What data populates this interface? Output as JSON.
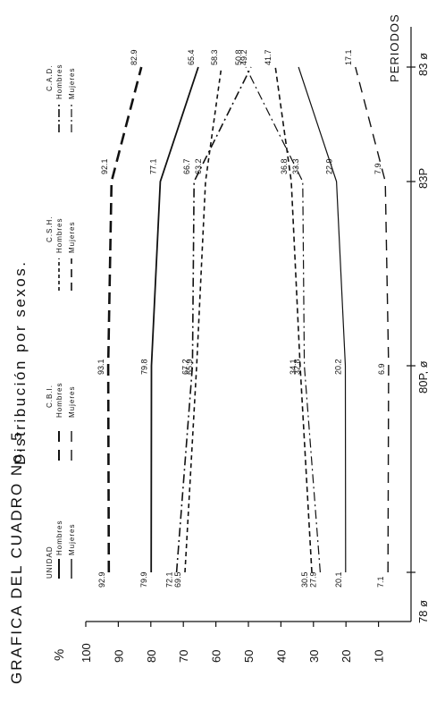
{
  "page": {
    "title_main": "GRAFICA DEL CUADRO No. 5",
    "subtitle": "Distribución por sexos.",
    "y_unit": "%",
    "periods_label": "PERIODOS"
  },
  "legend": {
    "groups": [
      {
        "name": "UNIDAD",
        "lines": [
          {
            "style": "solid",
            "label": "Hombres"
          },
          {
            "style": "solid-thin",
            "label": "Mujeres"
          }
        ]
      },
      {
        "name": "C.B.I.",
        "lines": [
          {
            "style": "longdash",
            "label": "Hombres"
          },
          {
            "style": "longdash",
            "label": "Mujeres"
          }
        ]
      },
      {
        "name": "C.S.H.",
        "lines": [
          {
            "style": "shortdash",
            "label": "Hombres"
          },
          {
            "style": "longdash",
            "label": "Mujeres"
          }
        ]
      },
      {
        "name": "C.A.D.",
        "lines": [
          {
            "style": "dashdot",
            "label": "Hombres"
          },
          {
            "style": "dashdot",
            "label": "Mujeres"
          }
        ]
      }
    ]
  },
  "chart_data": {
    "type": "line",
    "orientation": "rotated",
    "title": "GRAFICA DEL CUADRO No. 5",
    "subtitle": "Distribución por sexos.",
    "xlabel": "PERIODOS",
    "ylabel": "%",
    "categories": [
      "78 ø",
      "80P, ø",
      "83P",
      "83 ø"
    ],
    "yticks": [
      100,
      90,
      80,
      70,
      60,
      50,
      40,
      30,
      20,
      10
    ],
    "ylim": [
      0,
      100
    ],
    "series": [
      {
        "name": "C.B.I. Hombres",
        "dash": "13,7",
        "width": 2.6,
        "values": [
          92.9,
          93.1,
          92.1,
          82.9
        ],
        "labels": [
          "92.9",
          "93.1",
          "92.1",
          "82.9"
        ]
      },
      {
        "name": "UNIDAD Hombres",
        "dash": "",
        "width": 1.8,
        "values": [
          79.9,
          79.8,
          77.1,
          65.4
        ],
        "labels": [
          "79.9",
          "79.8",
          "77.1",
          "65.4"
        ]
      },
      {
        "name": "C.A.D. Hombres",
        "dash": "10,4,2,4",
        "width": 1.6,
        "values": [
          72.1,
          67.2,
          66.7,
          49.2
        ],
        "labels": [
          "72.1",
          "67.2",
          "66.7",
          "49.2"
        ]
      },
      {
        "name": "C.S.H. Hombres",
        "dash": "5,4",
        "width": 1.6,
        "values": [
          69.5,
          65.9,
          63.2,
          58.3
        ],
        "labels": [
          "69.5",
          "65.9",
          "63.2",
          "58.3"
        ]
      },
      {
        "name": "C.S.H. Mujeres",
        "dash": "6,4",
        "width": 1.6,
        "values": [
          30.5,
          34.1,
          36.8,
          41.7
        ],
        "labels": [
          "30.5",
          "34.1",
          "36.8",
          "41.7"
        ]
      },
      {
        "name": "C.A.D. Mujeres",
        "dash": "10,4,2,4",
        "width": 1.2,
        "values": [
          27.9,
          32.8,
          33.3,
          50.8
        ],
        "labels": [
          "27.9",
          "32.8",
          "33.3",
          "50.8"
        ]
      },
      {
        "name": "UNIDAD Mujeres",
        "dash": "",
        "width": 1.2,
        "values": [
          20.1,
          20.2,
          22.9,
          34.6
        ],
        "labels": [
          "20.1",
          "20.2",
          "22.9",
          ""
        ]
      },
      {
        "name": "C.B.I. Mujeres",
        "dash": "12,8",
        "width": 1.4,
        "values": [
          7.1,
          6.9,
          7.9,
          17.1
        ],
        "labels": [
          "7.1",
          "6.9",
          "7.9",
          "17.1"
        ]
      }
    ]
  }
}
